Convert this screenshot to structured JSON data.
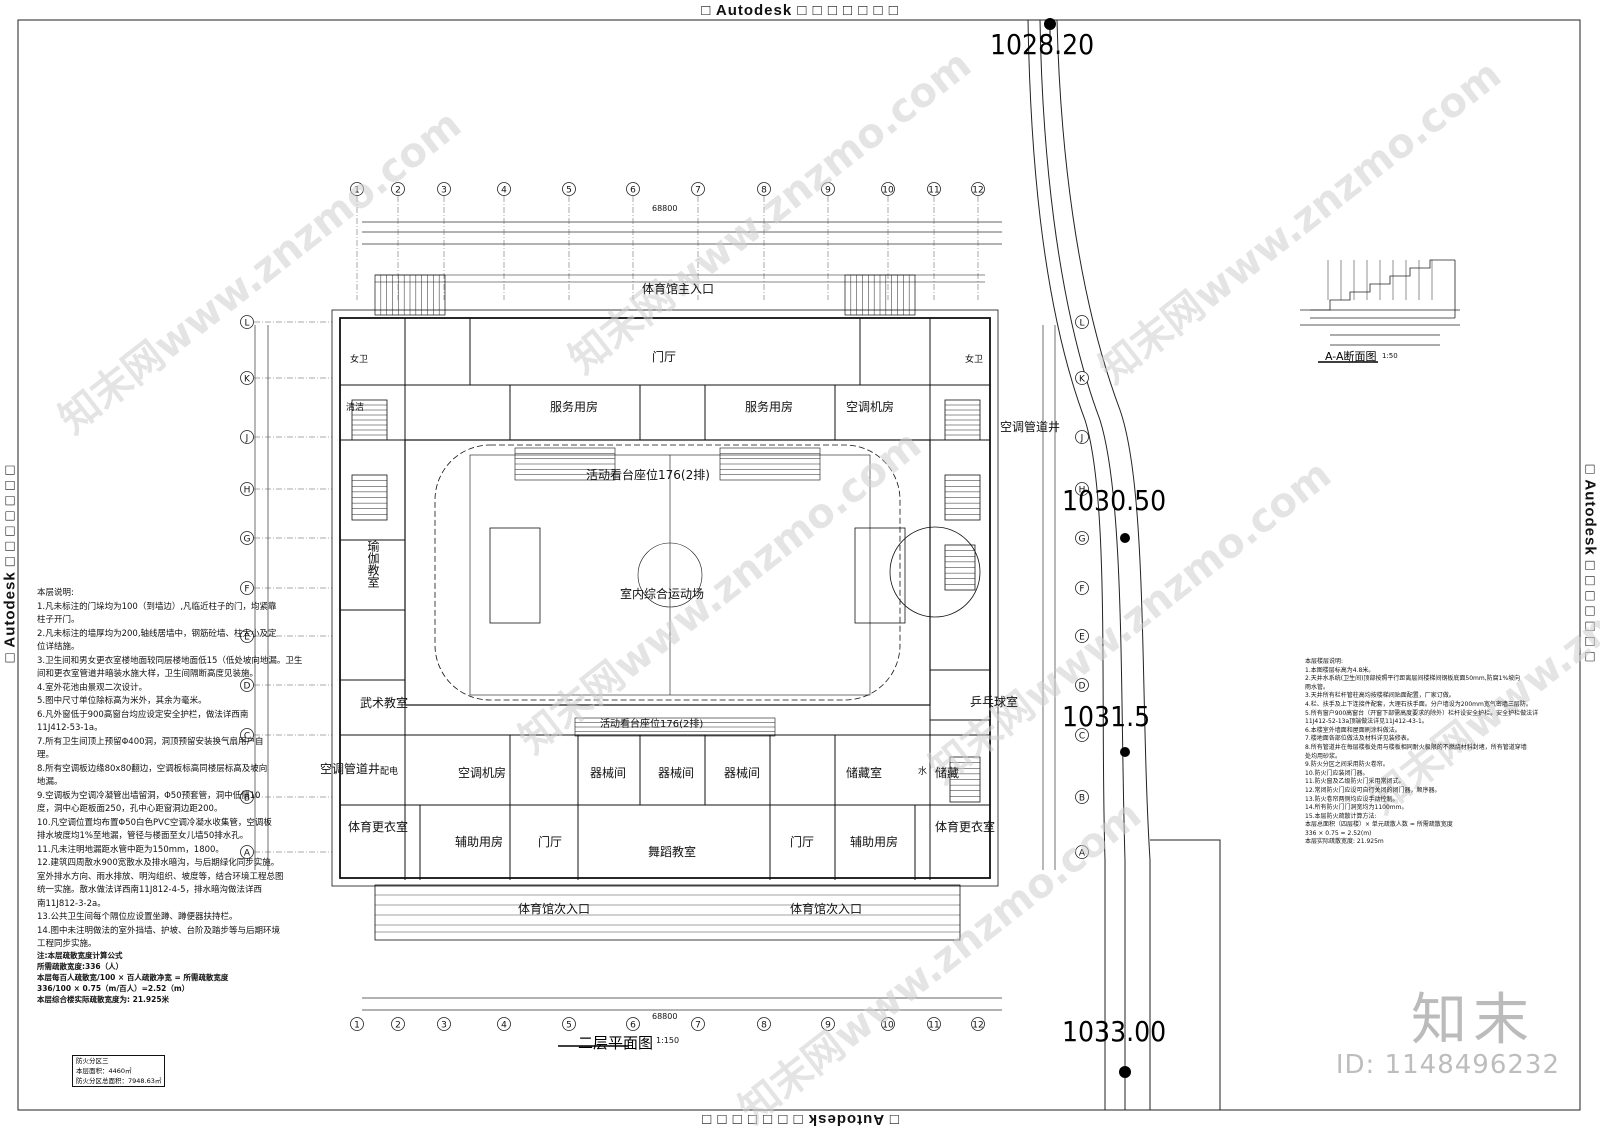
{
  "autodesk": {
    "top": "□ Autodesk □ □ □ □ □ □ □",
    "bottom": "□ Autodesk □ □ □ □ □ □ □",
    "left": "□ Autodesk □ □ □ □ □ □ □",
    "right": "□ Autodesk □ □ □ □ □ □ □"
  },
  "elevations": {
    "e1": "1028.20",
    "e2": "1030.50",
    "e3": "1031.5",
    "e4": "1033.00"
  },
  "drawing": {
    "title": "二层平面图",
    "scale": "1:150",
    "section_title": "A-A断面图",
    "section_scale": "1:50",
    "total_dim": "68800"
  },
  "grid": {
    "columns": [
      "1",
      "2",
      "3",
      "4",
      "5",
      "6",
      "7",
      "8",
      "9",
      "10",
      "11",
      "12"
    ],
    "rows": [
      "L",
      "K",
      "J",
      "H",
      "G",
      "F",
      "E",
      "D",
      "C",
      "B",
      "A"
    ]
  },
  "rooms": {
    "main_entrance": "体育馆主入口",
    "lobby": "门厅",
    "service1": "服务用房",
    "service2": "服务用房",
    "ac_room": "空调机房",
    "ac_room2": "空调机房",
    "ac_shaft": "空调管道井",
    "ac_shaft2": "空调管道井",
    "bleachers_n": "活动看台座位176(2排)",
    "arena": "室内综合运动场",
    "yoga": "瑜伽教室",
    "martial": "武术教室",
    "table_tennis": "乒乓球室",
    "bleachers_s": "活动看台座位176(2排)",
    "equip1": "器械间",
    "equip2": "器械间",
    "equip3": "器械间",
    "aux1": "辅助用房",
    "aux2": "辅助用房",
    "lobby_l": "门厅",
    "lobby_r": "门厅",
    "dance": "舞蹈教室",
    "storage": "储藏室",
    "storage2": "储藏",
    "changing_l": "体育更衣室",
    "changing_r": "体育更衣室",
    "secondary_l": "体育馆次入口",
    "secondary_r": "体育馆次入口",
    "toilet_f": "女卫",
    "toilet_f2": "女卫",
    "cleaning": "清洁",
    "water": "水",
    "boiler": "配电"
  },
  "notes": {
    "heading": "本层说明:",
    "lines": [
      "1.凡未标注的门垛均为100（到墙边）,凡临近柱子的门，均紧靠",
      "  柱子开门。",
      "2.凡未标注的墙厚均为200,轴线居墙中，钢筋砼墙、柱大小及定",
      "  位详结施。",
      "3.卫生间和男女更衣室楼地面较同层楼地面低15（低处坡向地漏。卫生",
      "  间和更衣室管道井暗装水施大样，卫生间隔断高度见装施。",
      "4.室外花池由景观二次设计。",
      "5.图中尺寸单位除标高为米外，其余为毫米。",
      "6.凡外窗低于900高窗台均应设定安全护栏，做法详西南",
      "  11J412-53-1a。",
      "7.所有卫生间顶上预留Φ400洞，洞顶预留安装换气扇用户自",
      "  理。",
      "8.所有空调板边缘80x80翻边，空调板标高同楼层标高及坡向",
      "  地漏。",
      "9.空调板为空调冷凝管出墙留洞，Φ50预套管，洞中低侧10",
      "  度，洞中心距板面250，孔中心距窗洞边距200。",
      "10.凡空调位置均布置Φ50白色PVC空调冷凝水收集管，空调板",
      "  排水坡度均1%至地漏，管径与楼面至女儿墙50排水孔。",
      "11.凡未注明地漏距水管中距为150mm，1800。",
      "12.建筑四周散水900宽散水及排水暗沟，与后期绿化同步实施。",
      "  室外排水方向、雨水排放、明沟组织、坡度等，结合环境工程总图",
      "  统一实施。散水做法详西南11J812-4-5，排水暗沟做法详西",
      "  南11J812-3-2a。",
      "13.公共卫生间每个隔位应设置坐蹲、蹲便器扶持栏。",
      "14.图中未注明做法的室外挡墙、护坡、台阶及踏步等与后期环境",
      "  工程同步实施。"
    ],
    "calc_heading": "注:本层疏散宽度计算公式",
    "calc_lines": [
      "所需疏散宽度:336（人）",
      "本层每百人疏散宽/100 × 百人疏散净宽 = 所需疏散宽度",
      "336/100 × 0.75（m/百人）=2.52（m）",
      "本层综合楼实际疏散宽度为: 21.925米"
    ],
    "area_title": "防火分区三",
    "area_line1": "本层面积：4460㎡",
    "area_line2": "防火分区总面积：7948.63㎡"
  },
  "right_notes": {
    "heading": "本层楼层说明:",
    "lines": [
      "1.本图楼层标高为4.8米。",
      "2.天井水系统(卫生间)顶部按照平行距离层间楼梯间钢板底面50mm,防腐1%坡向",
      "  雨水管。",
      "3.天井所有栏杆管柱高均按楼梯间贴面配置，厂家订做。",
      "4.栏、扶手及上下连接件配套，大理石扶手面。分户墙设为200mm宽气密墙三层防。",
      "5.所有窗户900高窗台（开窗下部需高度要求的除外）栏杆设安全护栏。安全护栏做法详",
      "  11J412-52-13a顶端做法详见11J412-43-1。",
      "6.本楼室外墙面和屋面刷涂料做法。",
      "7.楼地面各部位做法及材料详见装修表。",
      "8.所有管道井在每层楼板处用与楼板相同耐火极限的不燃烧材料封堵，所有管道穿墙",
      "  处均用砂浆。",
      "9.防火分区之间采用防火卷帘。",
      "10.防火门应装闭门器。",
      "11.防火窗及乙级防火门采用常闭式。",
      "12.常闭防火门应设可自行关闭的闭门器，顺序器。",
      "13.防火卷帘两侧均应设手动控制。",
      "14.所有防火门门洞宽均为1100mm。",
      "15.本层防火疏散计算方法:",
      "  本层总面积（四层楼）× 单元疏散人数 = 所需疏散宽度",
      "  336 × 0.75 = 2.52(m)",
      "  本层实际疏散宽度: 21.925m"
    ]
  },
  "watermark": "知末网www.znzmo.com",
  "logo": "知末",
  "id_text": "ID: 1148496232"
}
